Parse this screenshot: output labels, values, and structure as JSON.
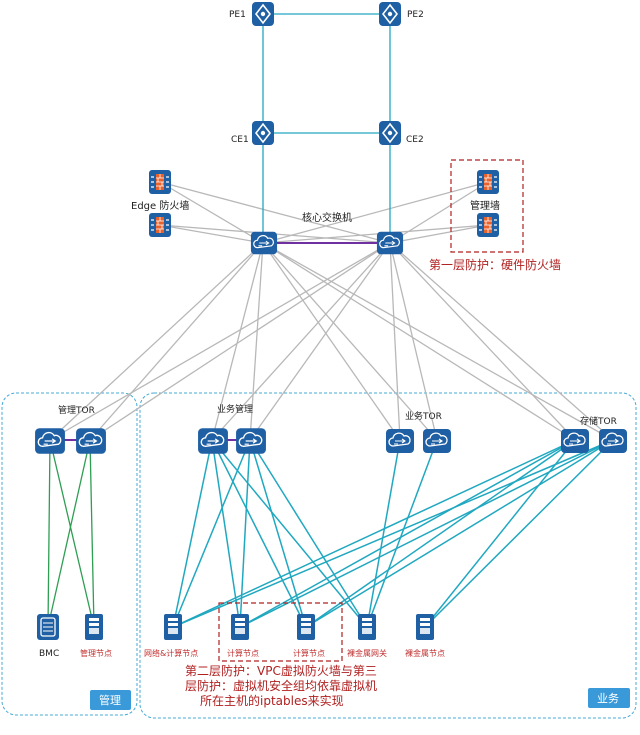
{
  "labels": {
    "pe1": "PE1",
    "pe2": "PE2",
    "ce1": "CE1",
    "ce2": "CE2",
    "edge_fw": "Edge 防火墙",
    "core_switch": "核心交换机",
    "mgmt_wall": "管理墙",
    "first_layer": "第一层防护：硬件防火墙",
    "mgmt_tor": "管理TOR",
    "biz_mgmt": "业务管理",
    "biz_tor": "业务TOR",
    "storage_tor": "存储TOR",
    "bmc": "BMC",
    "mgmt_node": "管理节点",
    "net_compute_node": "网络&计算节点",
    "compute_node_1": "计算节点",
    "compute_node_2": "计算节点",
    "baremetal_gw": "裸金属网关",
    "baremetal_node": "裸金属节点",
    "second_layer_1": "第二层防护：VPC虚拟防火墙与第三",
    "second_layer_2": "层防护：虚拟机安全组均依靠虚拟机",
    "second_layer_3": "所在主机的iptables来实现",
    "zone_mgmt": "管理",
    "zone_biz": "业务"
  },
  "colors": {
    "device_blue": "#1f5fa3",
    "link_gray": "#b8b8b8",
    "link_cyan": "#20a8c0",
    "link_green": "#2e9e52",
    "link_purple": "#7030a0",
    "zone_border": "#46a8d6",
    "annotation_red": "#b02020",
    "tag_blue": "#3a9ad9"
  },
  "icons": {
    "router": "router-icon",
    "firewall": "firewall-icon",
    "switch": "cloud-switch-icon",
    "server": "server-icon",
    "bmc": "bmc-icon"
  }
}
